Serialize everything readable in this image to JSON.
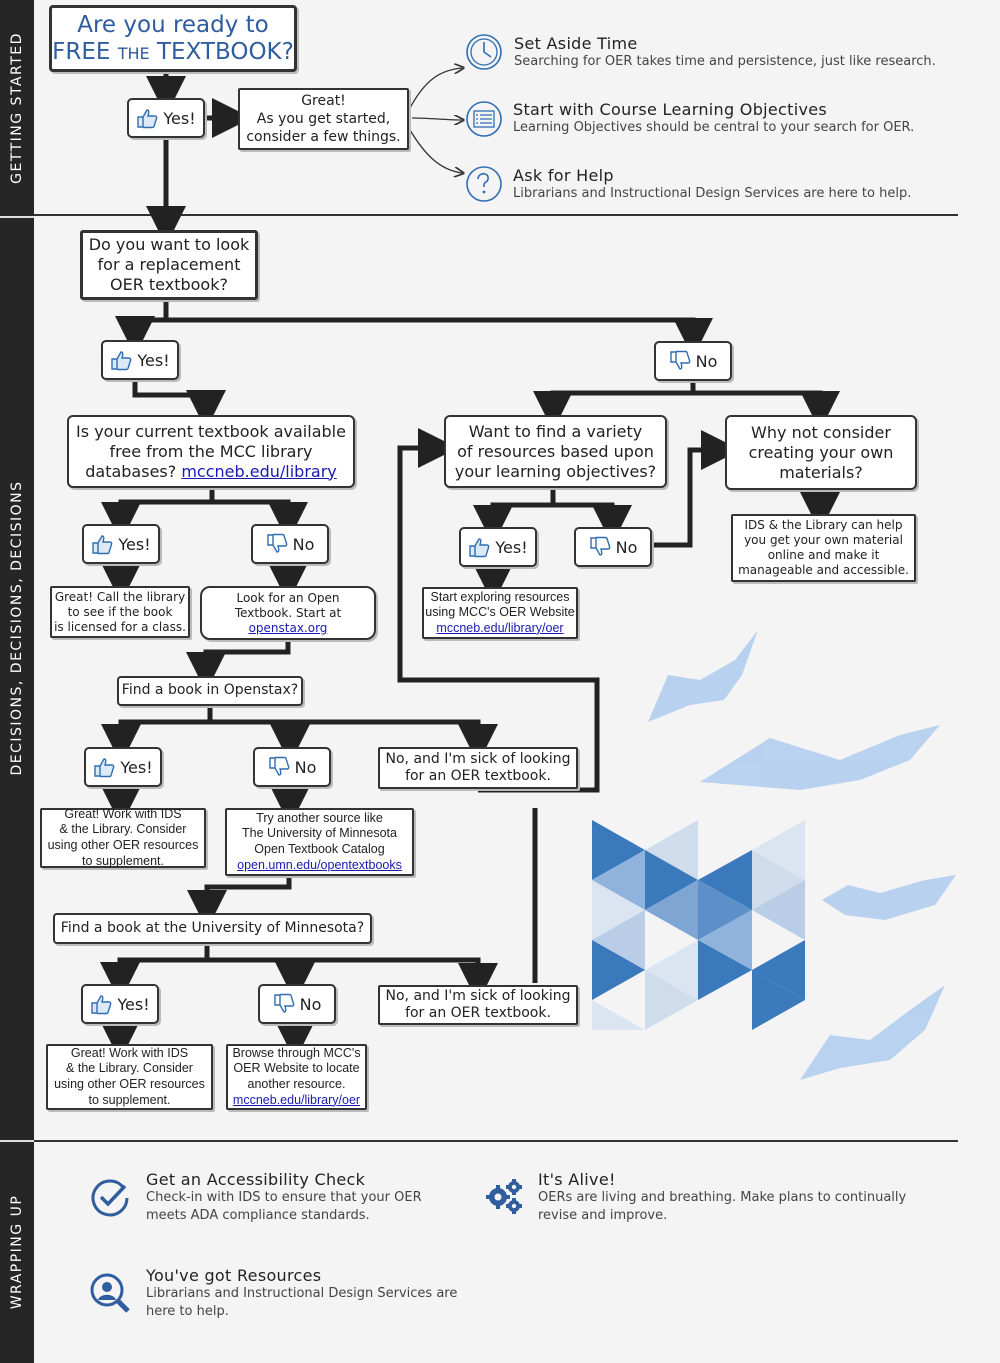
{
  "sections": {
    "getting_started": "GETTING STARTED",
    "decisions": "DECISIONS, DECISIONS, DECISIONS",
    "wrapping_up": "WRAPPING UP"
  },
  "header": {
    "title_line1": "Are you ready to",
    "title_line2_a": "FREE ",
    "title_line2_b": "THE",
    "title_line2_c": " TEXTBOOK?",
    "yes": "Yes!",
    "great_line1": "Great!",
    "great_line2": "As you get started,",
    "great_line3": "consider a few things."
  },
  "tips": [
    {
      "title": "Set Aside Time",
      "desc": "Searching for OER takes time and persistence, just like research.",
      "icon": "clock-icon"
    },
    {
      "title": "Start with Course Learning Objectives",
      "desc": "Learning Objectives should be central to your search for OER.",
      "icon": "checklist-icon"
    },
    {
      "title": "Ask for Help",
      "desc": "Librarians and Instructional Design Services are here to help.",
      "icon": "question-icon"
    }
  ],
  "flow": {
    "q_replacement": [
      "Do you want to look",
      "for a replacement",
      "OER textbook?"
    ],
    "yes": "Yes!",
    "no": "No",
    "q_available": [
      "Is your current textbook available",
      "free from the MCC library"
    ],
    "q_available_prefix": "databases? ",
    "q_available_link": "mccneb.edu/library",
    "call_library": [
      "Great! Call the library",
      "to see if the book",
      "is licensed for a class."
    ],
    "openstax_note": [
      "Look for an Open",
      "Textbook. Start at"
    ],
    "openstax_link": "openstax.org",
    "q_openstax": "Find a book in Openstax?",
    "sick_of_looking_1": [
      "No, and I'm sick of looking",
      "for an OER textbook."
    ],
    "work_with_ids_1": [
      "Great! Work with IDS",
      "& the Library. Consider",
      "using other OER resources",
      "to supplement."
    ],
    "try_umn": [
      "Try another source like",
      "The University of Minnesota",
      "Open Textbook Catalog"
    ],
    "umn_link": "open.umn.edu/opentextbooks",
    "q_umn": "Find a book at the University of Minnesota?",
    "sick_of_looking_2": [
      "No, and I'm sick of looking",
      "for an OER textbook."
    ],
    "work_with_ids_2": [
      "Great! Work with IDS",
      "& the Library. Consider",
      "using other OER resources",
      "to supplement."
    ],
    "browse_mcc": [
      "Browse through MCC's",
      "OER Website to locate",
      "another resource."
    ],
    "browse_link": "mccneb.edu/library/oer",
    "q_variety": [
      "Want to find a variety",
      "of resources based upon",
      "your learning objectives?"
    ],
    "explore": [
      "Start exploring resources",
      "using MCC's OER Website"
    ],
    "explore_link": "mccneb.edu/library/oer",
    "q_create": [
      "Why not consider",
      "creating your own",
      "materials?"
    ],
    "ids_help": [
      "IDS & the Library can help",
      "you get your own material",
      "online and make it",
      "manageable and accessible."
    ]
  },
  "wrap": [
    {
      "title": "Get an Accessibility Check",
      "desc": [
        "Check-in with IDS to ensure that your OER",
        "meets ADA compliance standards."
      ],
      "icon": "check-circle-icon"
    },
    {
      "title": "It's Alive!",
      "desc": [
        "OERs are living and breathing. Make plans to continually",
        "revise and improve."
      ],
      "icon": "gears-icon"
    },
    {
      "title": "You've got Resources",
      "desc": [
        "Librarians and Instructional Design Services are",
        "here to help."
      ],
      "icon": "search-person-icon"
    }
  ],
  "colors": {
    "accent_blue": "#2f6db3",
    "sidebar": "#262626",
    "link": "#1a1ab0"
  }
}
